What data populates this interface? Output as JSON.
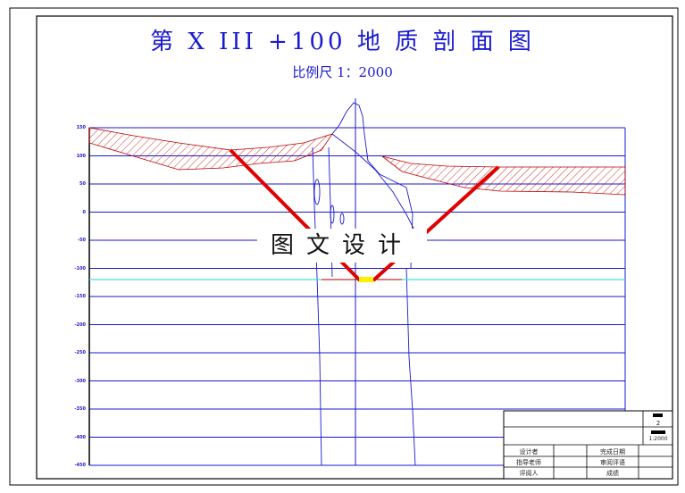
{
  "title": "第 X III +100 地 质 剖 面 图",
  "scale_label": "比例尺  1：2000",
  "watermark": "图文设计",
  "y_ticks": [
    "150",
    "100",
    "50",
    "0",
    "-50",
    "-100",
    "-150",
    "-200",
    "-250",
    "-300",
    "-350",
    "-400",
    "-450"
  ],
  "title_block": {
    "sheet_no": "2",
    "scale": "1:2000",
    "rows": [
      [
        "设计者",
        "完成日期"
      ],
      [
        "指导老师",
        "审阅评语"
      ],
      [
        "评阅人",
        "成绩"
      ]
    ]
  },
  "colors": {
    "grid": "#1a1ad0",
    "hatch": "#c00000",
    "cyan": "#40e0e0",
    "red": "#e00000",
    "yellow": "#ffee00"
  }
}
